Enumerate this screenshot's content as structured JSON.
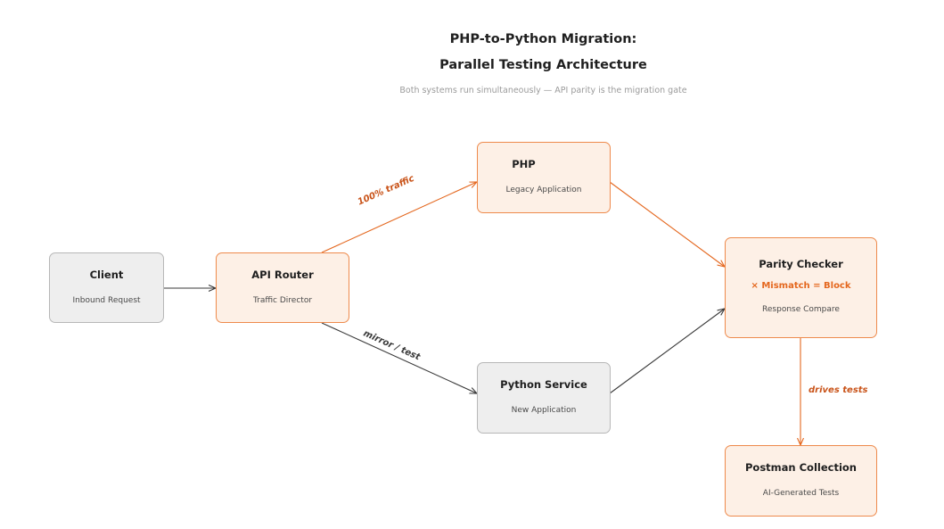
{
  "header": {
    "title_line1": "PHP-to-Python Migration:",
    "title_line2": "Parallel Testing Architecture",
    "subtitle": "Both systems run simultaneously — API parity is the migration gate"
  },
  "nodes": {
    "client": {
      "name": "Client",
      "desc": "Inbound Request"
    },
    "api_router": {
      "name": "API Router",
      "desc": "Traffic Director"
    },
    "php": {
      "name": "PHP",
      "desc": "Legacy Application"
    },
    "python_service": {
      "name": "Python Service",
      "desc": "New Application"
    },
    "parity_checker": {
      "name": "Parity Checker",
      "warning": "× Mismatch = Block",
      "desc": "Response Compare"
    },
    "postman_collection": {
      "name": "Postman Collection",
      "desc": "AI-Generated Tests"
    }
  },
  "edges": {
    "router_to_php": "100% traffic",
    "router_to_python": "mirror / test",
    "checker_to_postman": "drives tests"
  },
  "colors": {
    "accent": "#e4671e",
    "accent_fill": "#fdf0e6",
    "neutral_fill": "#eeeeee",
    "dark_edge": "#3a3a3a"
  }
}
